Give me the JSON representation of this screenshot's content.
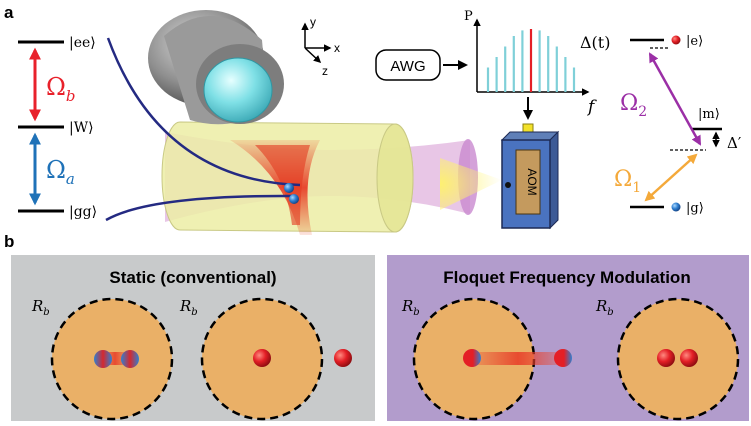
{
  "panel_a": {
    "label": "a",
    "levels": {
      "ee": "|ee⟩",
      "w": "|W⟩",
      "gg": "|gg⟩"
    },
    "omega_b": {
      "sym": "Ω",
      "sub": "b"
    },
    "omega_a": {
      "sym": "Ω",
      "sub": "a"
    },
    "axes": {
      "y": "y",
      "x": "x",
      "z": "z"
    },
    "awg_label": "AWG",
    "spectrum": {
      "ylabel": "P",
      "xlabel": "f",
      "values": [
        0.35,
        0.5,
        0.65,
        0.8,
        0.88,
        0.9,
        0.88,
        0.8,
        0.65,
        0.5,
        0.35
      ],
      "highlight_index": 5
    },
    "aom_label": "AOM",
    "right_levels": {
      "e": "|e⟩",
      "m": "|m⟩",
      "g": "|g⟩",
      "delta_t": "Δ(t)",
      "delta_prime": "Δ′",
      "omega_2": {
        "sym": "Ω",
        "sub": "2"
      },
      "omega_1": {
        "sym": "Ω",
        "sub": "1"
      }
    }
  },
  "panel_b": {
    "label": "b",
    "static": {
      "title": "Static (conventional)",
      "rb": {
        "sym": "R",
        "sub": "b"
      }
    },
    "floquet": {
      "title": "Floquet Frequency Modulation",
      "rb": {
        "sym": "R",
        "sub": "b"
      }
    }
  },
  "colors": {
    "red_arrow": "#e8212b",
    "blue_arrow": "#1f72b8",
    "spectrum_bar": "#7fd0d8",
    "spectrum_highlight": "#e41f26",
    "purple_arrow": "#9b2fa6",
    "orange_arrow": "#f4a93a",
    "static_bg": "#c8cacb",
    "floquet_bg": "#b29ccc",
    "blockade_fill": "#eab067"
  }
}
